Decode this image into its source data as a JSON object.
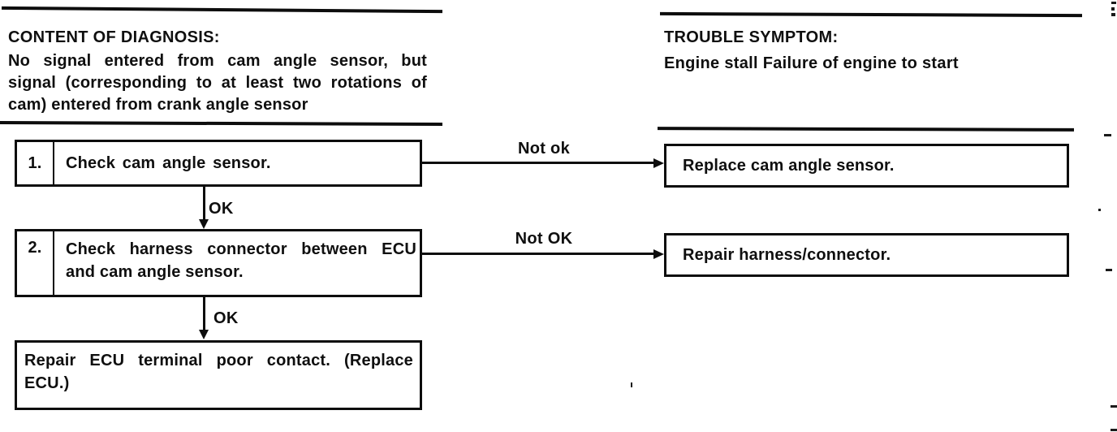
{
  "colors": {
    "ink": "#0d0d0d",
    "paper": "#ffffff"
  },
  "diagnosis": {
    "title": "CONTENT OF DIAGNOSIS:",
    "lines": [
      "No signal entered from cam angle sensor, but",
      "signal (corresponding to at least two rotations of",
      "cam) entered from crank angle sensor"
    ]
  },
  "symptom": {
    "title": "TROUBLE SYMPTOM:",
    "line": "Engine stall Failure of engine to start"
  },
  "steps": [
    {
      "number": "1.",
      "lines": [
        "Check cam angle sensor."
      ],
      "fail_label": "Not ok",
      "fail_action": "Replace cam angle sensor.",
      "pass_label": "OK"
    },
    {
      "number": "2.",
      "lines": [
        "Check harness connector between ECU",
        "and cam angle sensor."
      ],
      "fail_label": "Not OK",
      "fail_action": "Repair harness/connector.",
      "pass_label": "OK"
    }
  ],
  "final_action": {
    "lines": [
      "Repair ECU terminal poor contact. (Replace",
      "ECU.)"
    ]
  }
}
